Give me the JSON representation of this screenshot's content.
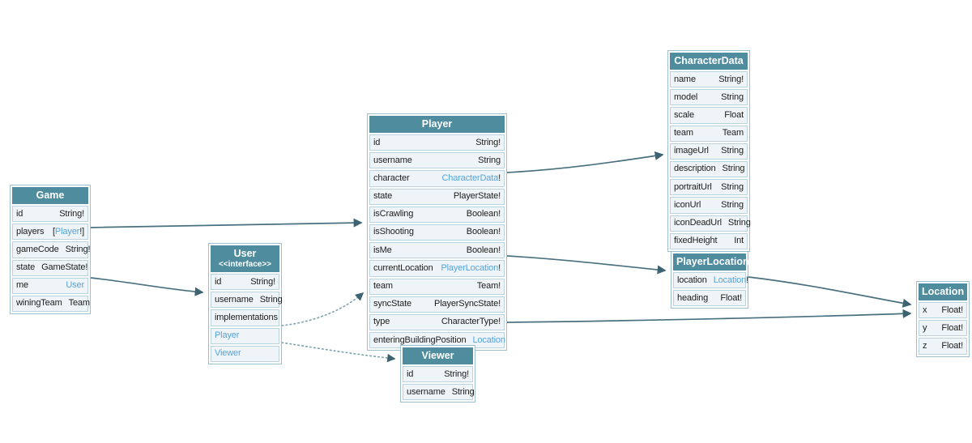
{
  "diagram": {
    "colors": {
      "canvas_bg": "#ffffff",
      "header_bg": "#4e8c9e",
      "header_text": "#ffffff",
      "row_bg": "#eef4f7",
      "row_border": "#bad3dc",
      "table_border": "#9cc0cd",
      "text": "#1d1d1d",
      "link": "#54a4de",
      "edge_solid": "#49707e",
      "edge_dotted": "#7da2ad",
      "arrowhead": "#3d6372"
    },
    "tables": [
      {
        "id": "Game",
        "title": "Game",
        "rows": [
          {
            "name": "id",
            "type": [
              {
                "text": "String!",
                "link": false
              }
            ]
          },
          {
            "name": "players",
            "type": [
              {
                "text": "[",
                "link": false
              },
              {
                "text": "Player",
                "link": true
              },
              {
                "text": "!]",
                "link": false
              }
            ]
          },
          {
            "name": "gameCode",
            "type": [
              {
                "text": "String!",
                "link": false
              }
            ]
          },
          {
            "name": "state",
            "type": [
              {
                "text": "GameState!",
                "link": false
              }
            ]
          },
          {
            "name": "me",
            "type": [
              {
                "text": "User",
                "link": true
              }
            ]
          },
          {
            "name": "winingTeam",
            "type": [
              {
                "text": "Team",
                "link": false
              }
            ]
          }
        ]
      },
      {
        "id": "User",
        "title": "User",
        "subtitle": "<<interface>>",
        "rows": [
          {
            "name": "id",
            "type": [
              {
                "text": "String!",
                "link": false
              }
            ]
          },
          {
            "name": "username",
            "type": [
              {
                "text": "String",
                "link": false
              }
            ]
          },
          {
            "name": "implementations",
            "type": []
          },
          {
            "name": "Player",
            "name_link": true,
            "type": []
          },
          {
            "name": "Viewer",
            "name_link": true,
            "type": []
          }
        ]
      },
      {
        "id": "Player",
        "title": "Player",
        "rows": [
          {
            "name": "id",
            "type": [
              {
                "text": "String!",
                "link": false
              }
            ]
          },
          {
            "name": "username",
            "type": [
              {
                "text": "String",
                "link": false
              }
            ]
          },
          {
            "name": "character",
            "type": [
              {
                "text": "CharacterData",
                "link": true
              },
              {
                "text": "!",
                "link": false
              }
            ]
          },
          {
            "name": "state",
            "type": [
              {
                "text": "PlayerState!",
                "link": false
              }
            ]
          },
          {
            "name": "isCrawling",
            "type": [
              {
                "text": "Boolean!",
                "link": false
              }
            ]
          },
          {
            "name": "isShooting",
            "type": [
              {
                "text": "Boolean!",
                "link": false
              }
            ]
          },
          {
            "name": "isMe",
            "type": [
              {
                "text": "Boolean!",
                "link": false
              }
            ]
          },
          {
            "name": "currentLocation",
            "type": [
              {
                "text": "PlayerLocation",
                "link": true
              },
              {
                "text": "!",
                "link": false
              }
            ]
          },
          {
            "name": "team",
            "type": [
              {
                "text": "Team!",
                "link": false
              }
            ]
          },
          {
            "name": "syncState",
            "type": [
              {
                "text": "PlayerSyncState!",
                "link": false
              }
            ]
          },
          {
            "name": "type",
            "type": [
              {
                "text": "CharacterType!",
                "link": false
              }
            ]
          },
          {
            "name": "enteringBuildingPosition",
            "type": [
              {
                "text": "Location",
                "link": true
              }
            ]
          }
        ]
      },
      {
        "id": "Viewer",
        "title": "Viewer",
        "rows": [
          {
            "name": "id",
            "type": [
              {
                "text": "String!",
                "link": false
              }
            ]
          },
          {
            "name": "username",
            "type": [
              {
                "text": "String",
                "link": false
              }
            ]
          }
        ]
      },
      {
        "id": "CharacterData",
        "title": "CharacterData",
        "rows": [
          {
            "name": "name",
            "type": [
              {
                "text": "String!",
                "link": false
              }
            ]
          },
          {
            "name": "model",
            "type": [
              {
                "text": "String",
                "link": false
              }
            ]
          },
          {
            "name": "scale",
            "type": [
              {
                "text": "Float",
                "link": false
              }
            ]
          },
          {
            "name": "team",
            "type": [
              {
                "text": "Team",
                "link": false
              }
            ]
          },
          {
            "name": "imageUrl",
            "type": [
              {
                "text": "String",
                "link": false
              }
            ]
          },
          {
            "name": "description",
            "type": [
              {
                "text": "String",
                "link": false
              }
            ]
          },
          {
            "name": "portraitUrl",
            "type": [
              {
                "text": "String",
                "link": false
              }
            ]
          },
          {
            "name": "iconUrl",
            "type": [
              {
                "text": "String",
                "link": false
              }
            ]
          },
          {
            "name": "iconDeadUrl",
            "type": [
              {
                "text": "String",
                "link": false
              }
            ]
          },
          {
            "name": "fixedHeight",
            "type": [
              {
                "text": "Int",
                "link": false
              }
            ]
          }
        ]
      },
      {
        "id": "PlayerLocation",
        "title": "PlayerLocation",
        "rows": [
          {
            "name": "location",
            "type": [
              {
                "text": "Location",
                "link": true
              },
              {
                "text": "!",
                "link": false
              }
            ]
          },
          {
            "name": "heading",
            "type": [
              {
                "text": "Float!",
                "link": false
              }
            ]
          }
        ]
      },
      {
        "id": "Location",
        "title": "Location",
        "rows": [
          {
            "name": "x",
            "type": [
              {
                "text": "Float!",
                "link": false
              }
            ]
          },
          {
            "name": "y",
            "type": [
              {
                "text": "Float!",
                "link": false
              }
            ]
          },
          {
            "name": "z",
            "type": [
              {
                "text": "Float!",
                "link": false
              }
            ]
          }
        ]
      }
    ],
    "edges": [
      {
        "id": "game-players-to-player",
        "source": "Game.players",
        "target": "Player",
        "style": "solid"
      },
      {
        "id": "game-me-to-user",
        "source": "Game.me",
        "target": "User",
        "style": "solid"
      },
      {
        "id": "player-character-to-characterdata",
        "source": "Player.character",
        "target": "CharacterData",
        "style": "solid"
      },
      {
        "id": "player-currentlocation-to-playerlocation",
        "source": "Player.currentLocation",
        "target": "PlayerLocation",
        "style": "solid"
      },
      {
        "id": "player-enteringbuildingposition-to-location",
        "source": "Player.enteringBuildingPosition",
        "target": "Location",
        "style": "solid"
      },
      {
        "id": "playerlocation-location-to-location",
        "source": "PlayerLocation.location",
        "target": "Location",
        "style": "solid"
      },
      {
        "id": "user-player-implementation",
        "source": "User.Player",
        "target": "Player",
        "style": "dotted"
      },
      {
        "id": "user-viewer-implementation",
        "source": "User.Viewer",
        "target": "Viewer",
        "style": "dotted"
      }
    ]
  }
}
